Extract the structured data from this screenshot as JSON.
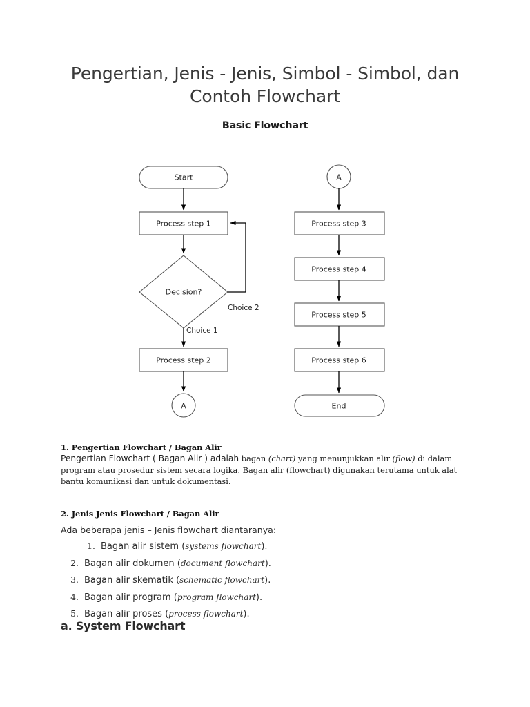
{
  "document": {
    "title": "Pengertian, Jenis - Jenis, Simbol - Simbol, dan Contoh Flowchart",
    "chart_title": "Basic Flowchart"
  },
  "flowchart": {
    "nodes": {
      "start": "Start",
      "process1": "Process step 1",
      "decision": "Decision?",
      "process2": "Process step 2",
      "connector_out": "A",
      "connector_in": "A",
      "process3": "Process step 3",
      "process4": "Process step 4",
      "process5": "Process step 5",
      "process6": "Process step 6",
      "end": "End"
    },
    "edge_labels": {
      "choice1": "Choice 1",
      "choice2": "Choice 2"
    },
    "stroke_color": "#4d4d4d",
    "arrow_color": "#000000"
  },
  "sections": {
    "s1": {
      "heading": "1. Pengertian Flowchart / Bagan Alir",
      "p_sans": "Pengertian Flowchart ( Bagan Alir ) adalah",
      "p_a": " bagan ",
      "p_i1": "(chart)",
      "p_b": " yang menunjukkan alir ",
      "p_i2": "(flow)",
      "p_c": " di dalam program atau prosedur sistem secara logika. Bagan alir (flowchart) digunakan terutama untuk alat bantu komunikasi dan untuk dokumentasi."
    },
    "s2": {
      "heading": "2. Jenis Jenis Flowchart / Bagan Alir",
      "lead": "Ada beberapa jenis – Jenis flowchart diantaranya:",
      "items": [
        {
          "num": "1.",
          "text": "Bagan alir sistem (",
          "en": "systems flowchart",
          "tail": ")."
        },
        {
          "num": "2.",
          "text": "Bagan alir dokumen (",
          "en": "document flowchart",
          "tail": ")."
        },
        {
          "num": "3.",
          "text": "Bagan alir skematik (",
          "en": "schematic flowchart",
          "tail": ")."
        },
        {
          "num": "4.",
          "text": "Bagan alir program (",
          "en": "program flowchart",
          "tail": ")."
        },
        {
          "num": "5.",
          "text": "Bagan alir proses (",
          "en": "process flowchart",
          "tail": ")."
        }
      ]
    },
    "s3": {
      "heading": "a. System Flowchart"
    }
  }
}
